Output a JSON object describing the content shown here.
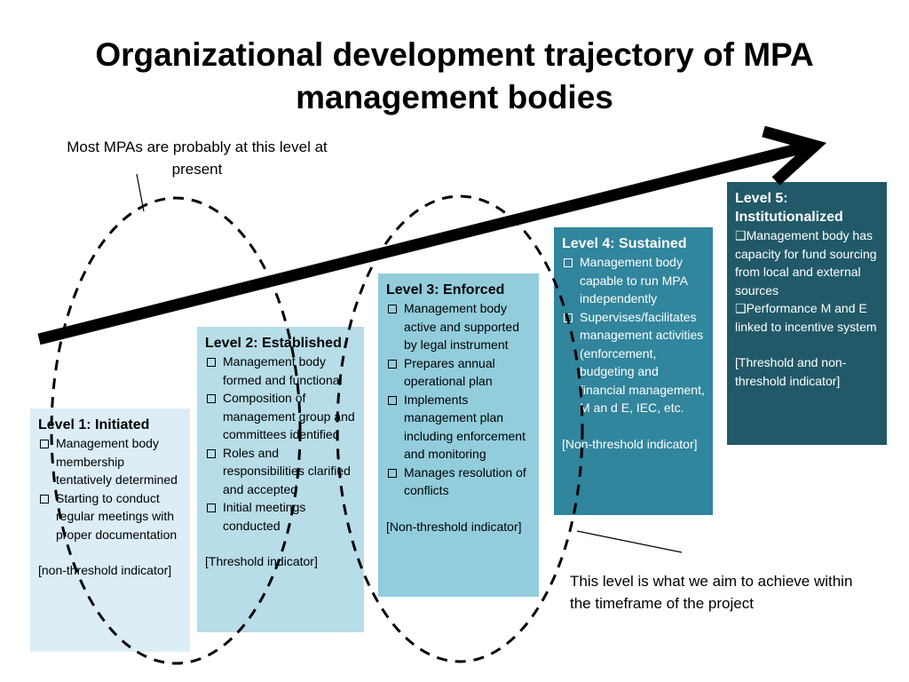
{
  "title": "Organizational development trajectory of MPA management bodies",
  "annotations": {
    "top_note": "Most MPAs are probably at this level at present",
    "bottom_note": "This level is what we aim to achieve within the timeframe of the project"
  },
  "levels": [
    {
      "heading": "Level 1: Initiated",
      "items": [
        "Management body membership tentatively determined",
        "Starting to conduct regular meetings with proper documentation"
      ],
      "indicator": "[non-threshold indicator]",
      "color": "#dcedf5"
    },
    {
      "heading": "Level 2: Established",
      "items": [
        " Management body formed and functional",
        "Composition of management group and committees identified",
        "Roles and responsibilities clarified and accepted",
        "Initial meetings conducted"
      ],
      "indicator": "[Threshold indicator]",
      "color": "#b7dde9"
    },
    {
      "heading": "Level 3: Enforced",
      "items": [
        "Management body active and supported by legal instrument",
        "Prepares annual operational plan",
        "Implements management plan including enforcement and monitoring",
        "Manages resolution of conflicts"
      ],
      "indicator": "[Non-threshold indicator]",
      "color": "#92cddc"
    },
    {
      "heading": "Level 4: Sustained",
      "items": [
        "Management body capable to run MPA independently",
        "Supervises/facilitates management activities (enforcement, budgeting and financial management, M an d E, IEC, etc."
      ],
      "indicator": "[Non-threshold indicator]",
      "color": "#31859c"
    },
    {
      "heading": "Level 5: Institutionalized",
      "items": [
        "Management body has capacity for fund sourcing from local and external sources",
        "Performance M and E linked to incentive system"
      ],
      "indicator": "[Threshold and non-threshold indicator]",
      "color": "#215968"
    }
  ],
  "icons": {
    "bullet": "checkbox-bullet-icon",
    "arrow": "trajectory-arrow-icon"
  }
}
